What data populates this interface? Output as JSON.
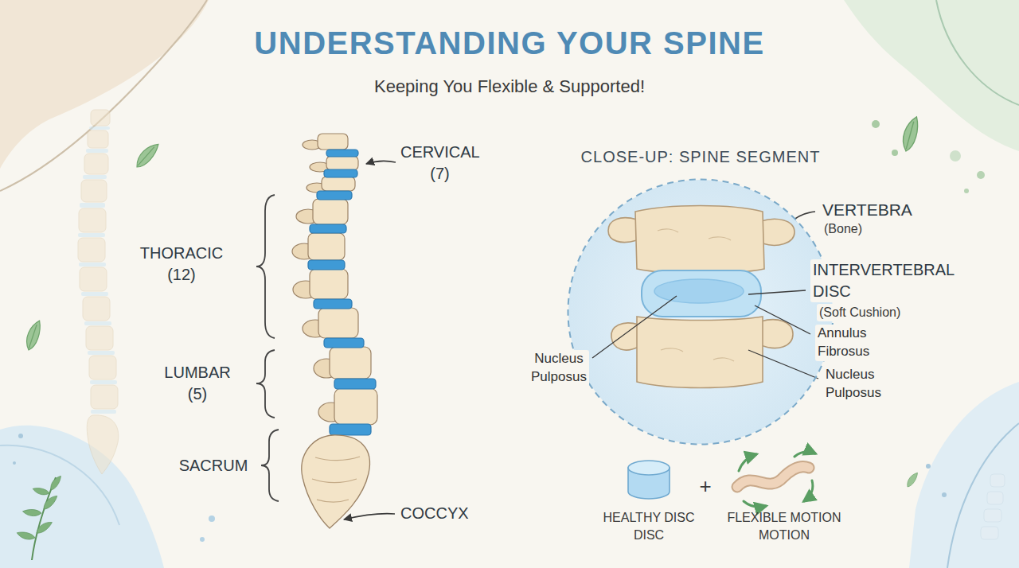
{
  "diagram": {
    "title": "UNDERSTANDING YOUR SPINE",
    "nodes": [
      {
        "text": [
          "CLOSE-UP: SPINE SEGMENT"
        ]
      }
    ],
    "labels": [
      "Keeping You Flexible & Supported!",
      "CERVICAL (7)",
      "THORACIC (12)",
      "LUMBAR (5)",
      "SACRUM",
      "COCCYX",
      "VERTEBRA",
      "(Bone)",
      "INTERVERTEBRAL DISC",
      "(Soft Cushion)",
      "Nucleus Pulposus",
      "Annulus Fibrosus",
      "Nucleus Pulposus",
      "HEALTHY DISC DISC",
      "+",
      "FLEXIBLE MOTION MOTION"
    ]
  }
}
